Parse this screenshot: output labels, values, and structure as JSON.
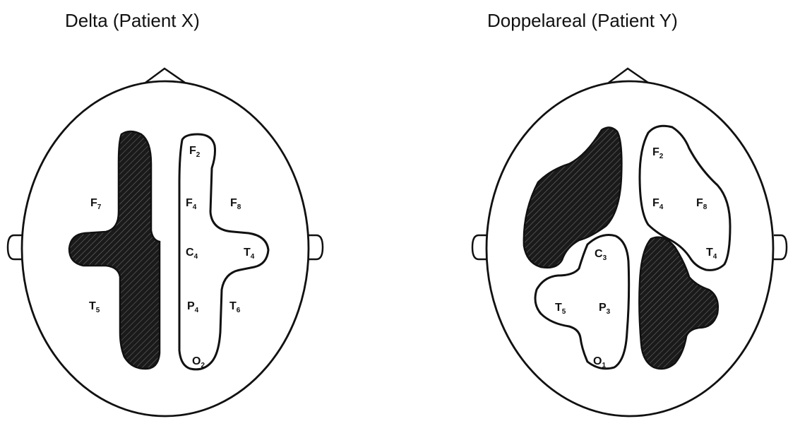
{
  "titles": {
    "left": "Delta (Patient X)",
    "right": "Doppelareal (Patient Y)"
  },
  "left_head": {
    "electrodes": [
      {
        "id": "F7",
        "base": "F",
        "sub": "7"
      },
      {
        "id": "F2",
        "base": "F",
        "sub": "2"
      },
      {
        "id": "F4",
        "base": "F",
        "sub": "4"
      },
      {
        "id": "F8",
        "base": "F",
        "sub": "8"
      },
      {
        "id": "C4",
        "base": "C",
        "sub": "4"
      },
      {
        "id": "T4",
        "base": "T",
        "sub": "4"
      },
      {
        "id": "T5",
        "base": "T",
        "sub": "5"
      },
      {
        "id": "P4",
        "base": "P",
        "sub": "4"
      },
      {
        "id": "T6",
        "base": "T",
        "sub": "6"
      },
      {
        "id": "O2",
        "base": "O",
        "sub": "2"
      }
    ]
  },
  "right_head": {
    "electrodes": [
      {
        "id": "F2",
        "base": "F",
        "sub": "2"
      },
      {
        "id": "F4",
        "base": "F",
        "sub": "4"
      },
      {
        "id": "F8",
        "base": "F",
        "sub": "8"
      },
      {
        "id": "T4",
        "base": "T",
        "sub": "4"
      },
      {
        "id": "C3",
        "base": "C",
        "sub": "3"
      },
      {
        "id": "T5",
        "base": "T",
        "sub": "5"
      },
      {
        "id": "P3",
        "base": "P",
        "sub": "3"
      },
      {
        "id": "O1",
        "base": "O",
        "sub": "1"
      }
    ]
  },
  "colors": {
    "ink": "#111111",
    "fill_dark": "#1a1a1a",
    "background": "#ffffff"
  }
}
